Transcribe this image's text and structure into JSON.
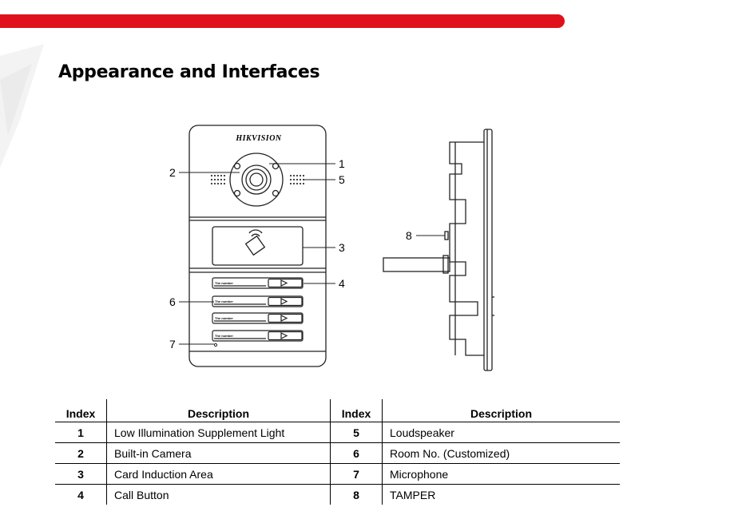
{
  "page": {
    "title": "Appearance and Interfaces",
    "accent_color": "#e0101c"
  },
  "diagram": {
    "brand": "HIKVISION",
    "button_label": "The number",
    "callouts": [
      "1",
      "2",
      "3",
      "4",
      "5",
      "6",
      "7",
      "8"
    ]
  },
  "table": {
    "headers": [
      "Index",
      "Description",
      "Index",
      "Description"
    ],
    "rows": [
      {
        "index_a": "1",
        "desc_a": "Low Illumination Supplement Light",
        "index_b": "5",
        "desc_b": "Loudspeaker"
      },
      {
        "index_a": "2",
        "desc_a": "Built-in Camera",
        "index_b": "6",
        "desc_b": "Room No. (Customized)"
      },
      {
        "index_a": "3",
        "desc_a": "Card Induction Area",
        "index_b": "7",
        "desc_b": "Microphone"
      },
      {
        "index_a": "4",
        "desc_a": "Call Button",
        "index_b": "8",
        "desc_b": "TAMPER"
      }
    ]
  }
}
